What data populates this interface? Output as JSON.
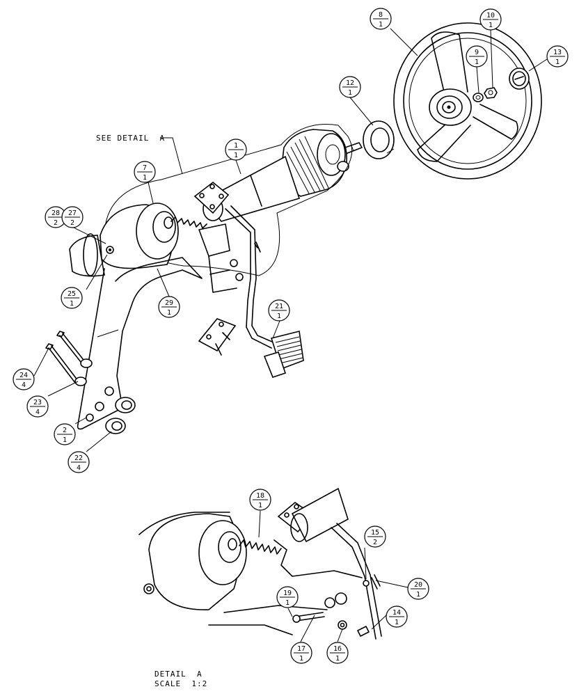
{
  "notes": {
    "see_detail": "SEE DETAIL  A",
    "detail_title": "DETAIL  A",
    "detail_scale": "SCALE  1:2"
  },
  "callouts": [
    {
      "id": "c8",
      "item": "8",
      "qty": "1"
    },
    {
      "id": "c10",
      "item": "10",
      "qty": "1"
    },
    {
      "id": "c9",
      "item": "9",
      "qty": "1"
    },
    {
      "id": "c13",
      "item": "13",
      "qty": "1"
    },
    {
      "id": "c12",
      "item": "12",
      "qty": "1"
    },
    {
      "id": "c1",
      "item": "1",
      "qty": "1"
    },
    {
      "id": "c7",
      "item": "7",
      "qty": "1"
    },
    {
      "id": "c28",
      "item": "28",
      "qty": "2"
    },
    {
      "id": "c27",
      "item": "27",
      "qty": "2"
    },
    {
      "id": "c25",
      "item": "25",
      "qty": "1"
    },
    {
      "id": "c29",
      "item": "29",
      "qty": "1"
    },
    {
      "id": "c21",
      "item": "21",
      "qty": "1"
    },
    {
      "id": "c24",
      "item": "24",
      "qty": "4"
    },
    {
      "id": "c23",
      "item": "23",
      "qty": "4"
    },
    {
      "id": "c2",
      "item": "2",
      "qty": "1"
    },
    {
      "id": "c22",
      "item": "22",
      "qty": "4"
    },
    {
      "id": "c18",
      "item": "18",
      "qty": "1"
    },
    {
      "id": "c15",
      "item": "15",
      "qty": "2"
    },
    {
      "id": "c20",
      "item": "20",
      "qty": "1"
    },
    {
      "id": "c19",
      "item": "19",
      "qty": "1"
    },
    {
      "id": "c14",
      "item": "14",
      "qty": "1"
    },
    {
      "id": "c17",
      "item": "17",
      "qty": "1"
    },
    {
      "id": "c16",
      "item": "16",
      "qty": "1"
    }
  ]
}
